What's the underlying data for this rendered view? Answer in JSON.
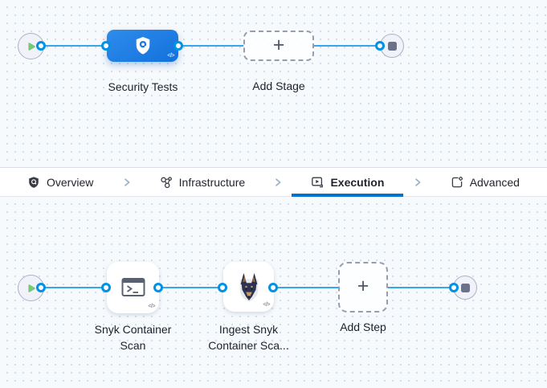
{
  "stage_pipeline": {
    "stage_label": "Security Tests",
    "add_stage_label": "Add Stage",
    "plus_glyph": "+",
    "code_glyph": "</>"
  },
  "tabs": [
    {
      "label": "Overview",
      "icon": "shield-icon",
      "active": false
    },
    {
      "label": "Infrastructure",
      "icon": "infrastructure-icon",
      "active": false
    },
    {
      "label": "Execution",
      "icon": "execution-icon",
      "active": true
    },
    {
      "label": "Advanced",
      "icon": "advanced-icon",
      "active": false
    }
  ],
  "step_pipeline": {
    "step1_label": "Snyk Container Scan",
    "step2_label": "Ingest Snyk Container Sca...",
    "add_step_label": "Add Step",
    "plus_glyph": "+",
    "code_glyph": "</>"
  },
  "colors": {
    "accent_blue": "#0092e4",
    "line_blue": "#35a7ec",
    "stage_blue": "#1b7ce2",
    "active_tab_underline": "#0273d1",
    "play_green": "#74c876",
    "canvas_bg": "#f7fafd"
  }
}
